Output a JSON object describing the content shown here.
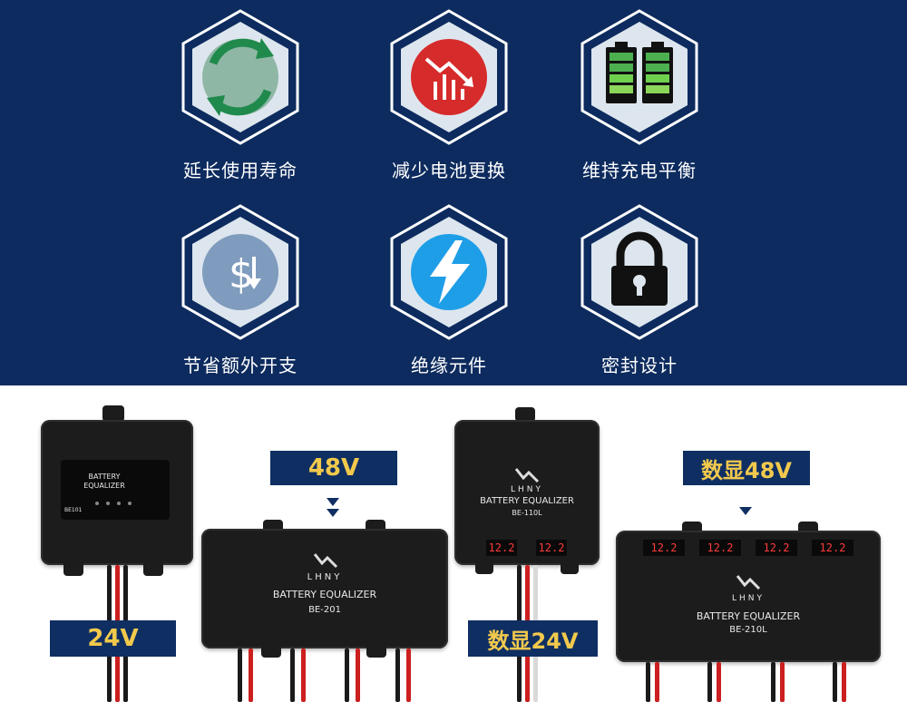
{
  "features": [
    {
      "label": "延长使用寿命",
      "icon": "recycle-arrows-icon"
    },
    {
      "label": "减少电池更换",
      "icon": "declining-chart-icon"
    },
    {
      "label": "维持充电平衡",
      "icon": "batteries-icon"
    },
    {
      "label": "节省额外开支",
      "icon": "dollar-down-icon"
    },
    {
      "label": "绝缘元件",
      "icon": "lightning-icon"
    },
    {
      "label": "密封设计",
      "icon": "padlock-icon"
    }
  ],
  "products": [
    {
      "tag": "24V",
      "name": "BATTERY\nEQUALIZER",
      "model": "BE101"
    },
    {
      "tag": "48V",
      "brand": "LHNY",
      "name": "BATTERY EQUALIZER",
      "model": "BE-201"
    },
    {
      "tag": "数显24V",
      "brand": "LHNY",
      "name": "BATTERY EQUALIZER",
      "model": "BE-110L",
      "readings": [
        "12.2",
        "12.2"
      ]
    },
    {
      "tag": "数显48V",
      "brand": "LHNY",
      "name": "BATTERY EQUALIZER",
      "model": "BE-210L",
      "readings": [
        "12.2",
        "12.2",
        "12.2",
        "12.2"
      ]
    }
  ],
  "colors": {
    "panel": "#0d2b5e",
    "tag_bg": "#0f2f63",
    "tag_text": "#f2c94c"
  }
}
